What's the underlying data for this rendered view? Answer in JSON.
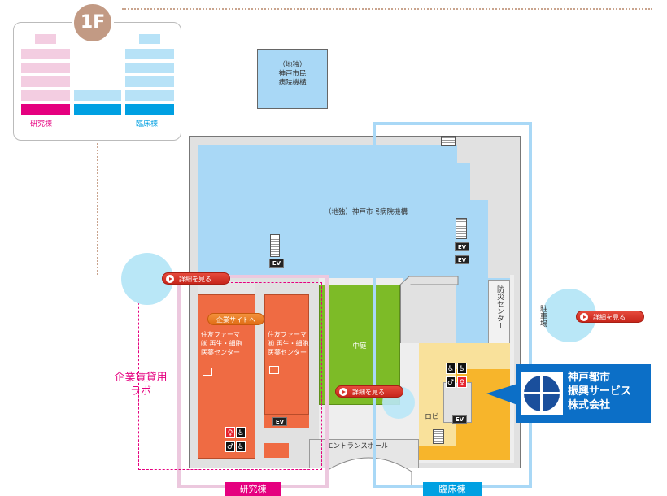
{
  "floor_label": "1F",
  "mini_map": {
    "research_label": "研究棟",
    "clinical_label": "臨床棟"
  },
  "buildings": {
    "kcmh_top": "（地独）\n神戸市民\n病院機構",
    "kcmh_main": "（地独）神戸市民病院機構",
    "courtyard": "中庭",
    "disaster_center": "防災センター",
    "parking": "駐車場",
    "lobby": "ロビー",
    "entrance_hall": "エントランスホール",
    "tenant_left": "住友ファーマ\n㈱ 再生・細胞\n医薬センター",
    "tenant_right": "住友ファーマ\n㈱ 再生・細胞\n医薬センター"
  },
  "labels": {
    "rental_lab": "企業賃貸用\nラボ",
    "research_wing": "研究棟",
    "clinical_wing": "臨床棟",
    "ev": "EV"
  },
  "buttons": {
    "details": "詳細を見る",
    "company_site": "企業サイトへ"
  },
  "callout": {
    "company": "神戸都市\n振興サービス\n株式会社"
  },
  "colors": {
    "hospital_blue": "#a9d8f6",
    "tenant_orange": "#ef6b43",
    "courtyard_green": "#7dbb27",
    "lobby_yellow": "#f7b52b",
    "research_pink": "#e5007f",
    "clinical_cyan": "#00a0e2",
    "company_blue": "#0c6fc7"
  }
}
